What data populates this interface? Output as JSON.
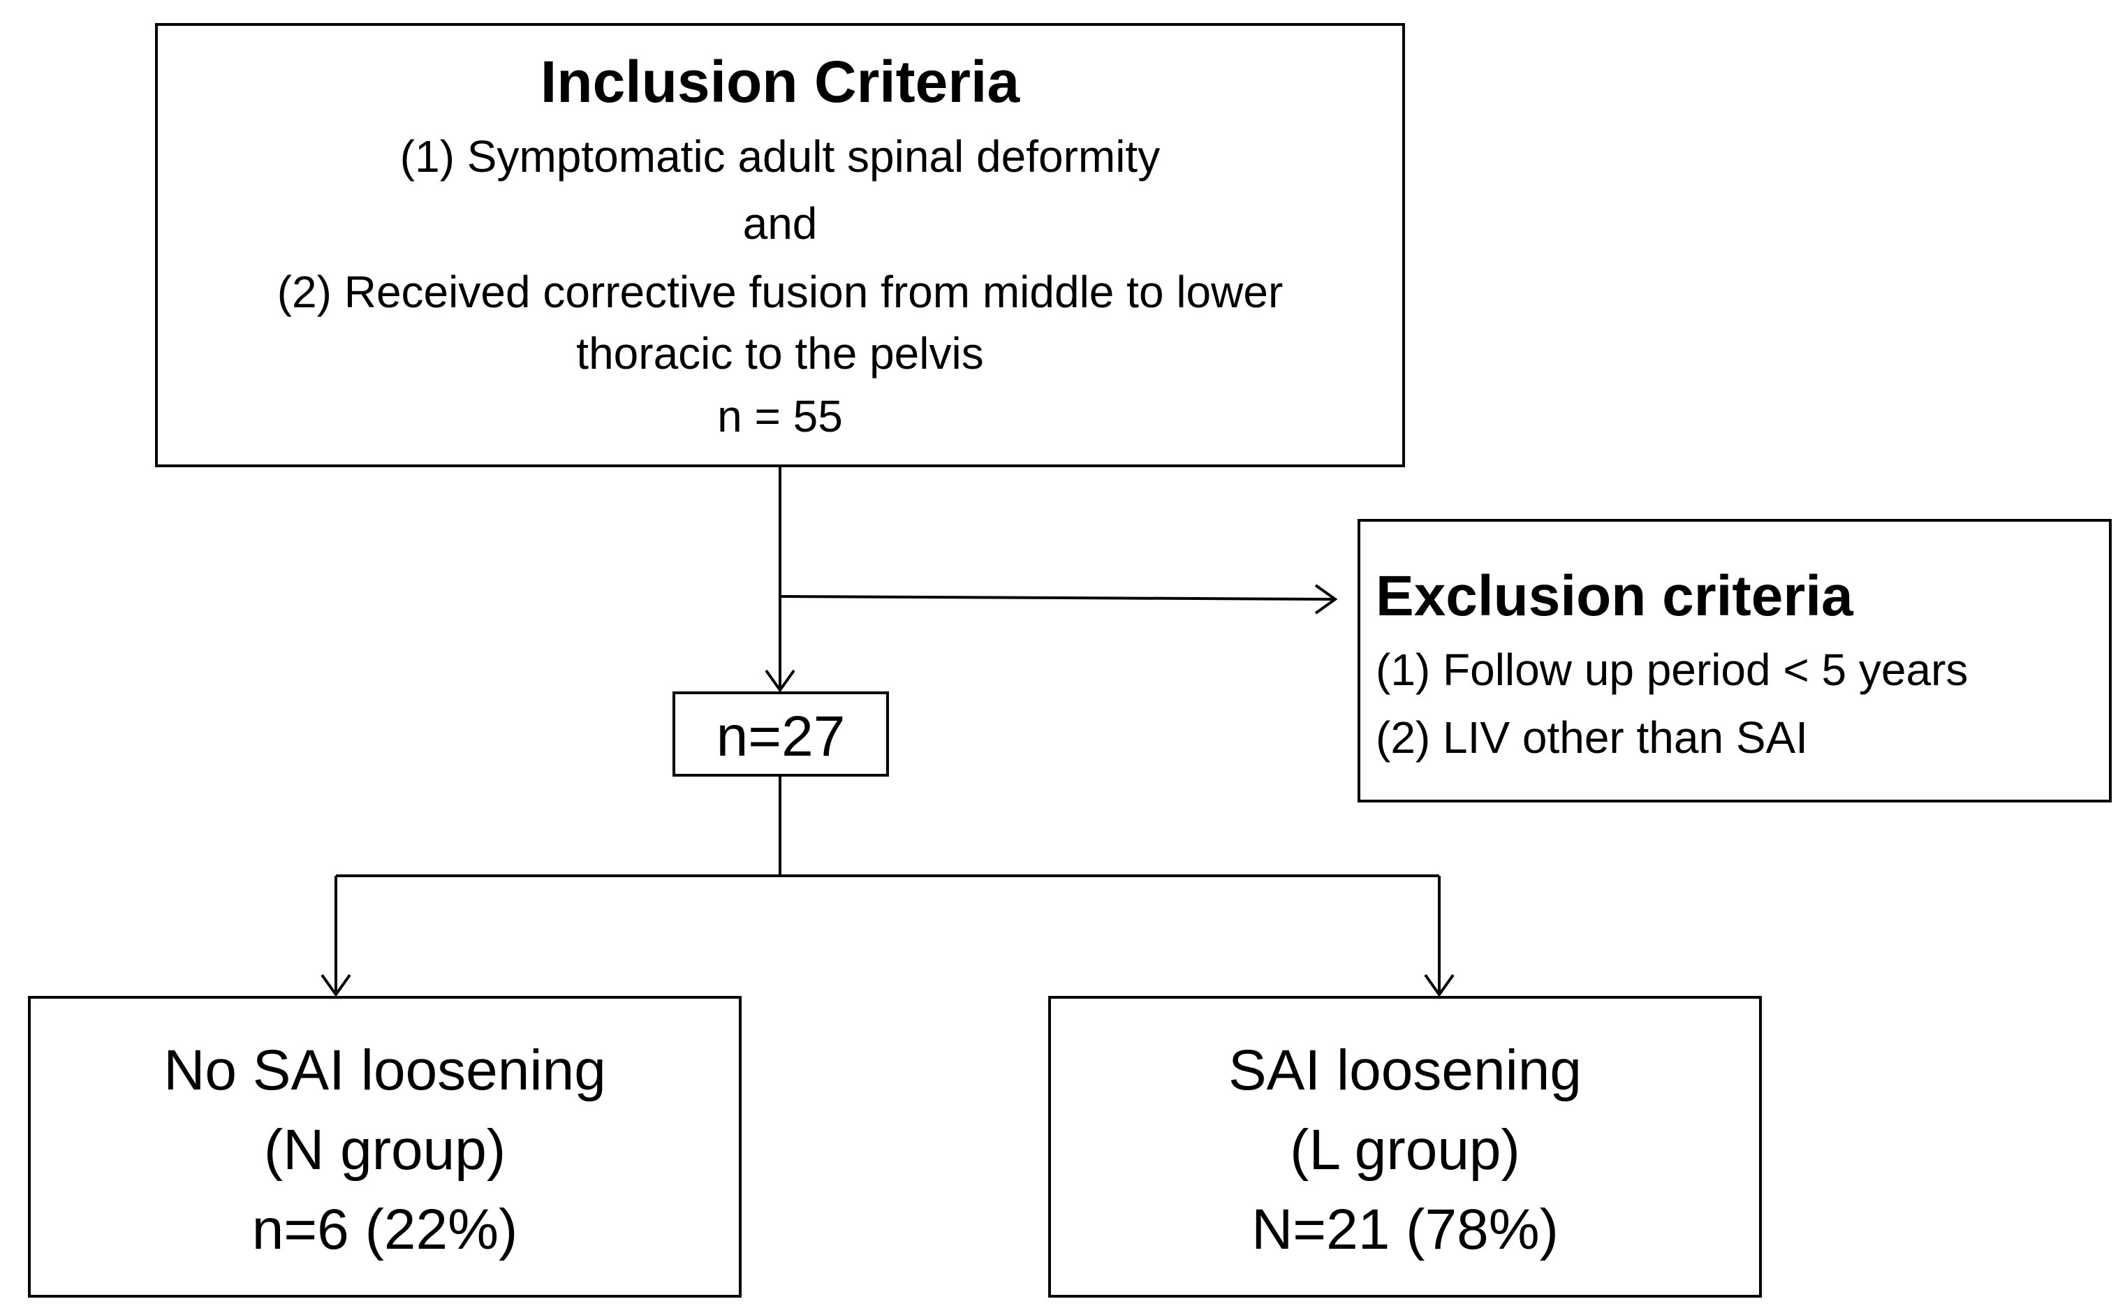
{
  "inclusion": {
    "title": "Inclusion  Criteria",
    "criterion_1": "(1)  Symptomatic adult spinal deformity",
    "conjunction": "and",
    "criterion_2_line1": "(2) Received corrective fusion from middle to lower",
    "criterion_2_line2": "thoracic to the pelvis",
    "count": "n = 55"
  },
  "exclusion": {
    "title": "Exclusion criteria",
    "criterion_1": "(1) Follow  up period <  5 years",
    "criterion_2": "(2) LIV other than SAI"
  },
  "total": {
    "count": "n=27"
  },
  "groups": [
    {
      "title": "No SAI loosening",
      "group": "(N group)",
      "count": "n=6 (22%)"
    },
    {
      "title": "SAI loosening",
      "group": "(L group)",
      "count": "N=21 (78%)"
    }
  ]
}
